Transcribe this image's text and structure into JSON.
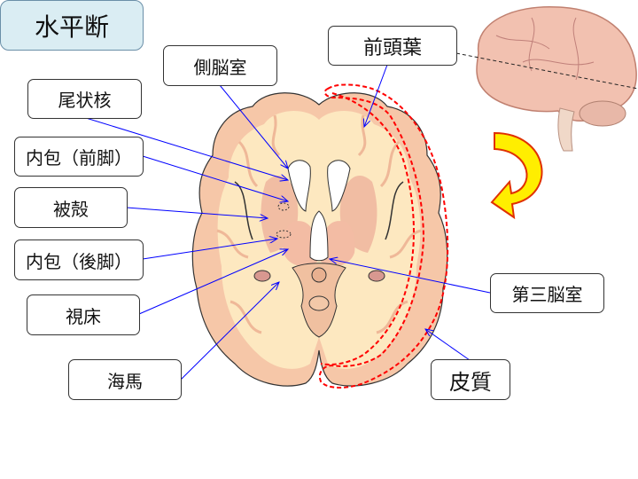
{
  "title": "水平断",
  "labels": {
    "lateral_ventricle": "側脳室",
    "caudate": "尾状核",
    "internal_capsule_anterior": "内包（前脚）",
    "putamen": "被殻",
    "internal_capsule_posterior": "内包（後脚）",
    "thalamus": "視床",
    "hippocampus": "海馬",
    "frontal_lobe": "前頭葉",
    "third_ventricle": "第三脳室",
    "cortex": "皮質"
  },
  "colors": {
    "arrow": "#0000ff",
    "highlight": "#ff0000",
    "title_bg": "#daedf3",
    "brain_white": "#fde8c0",
    "brain_gray": "#f6c7a8"
  }
}
